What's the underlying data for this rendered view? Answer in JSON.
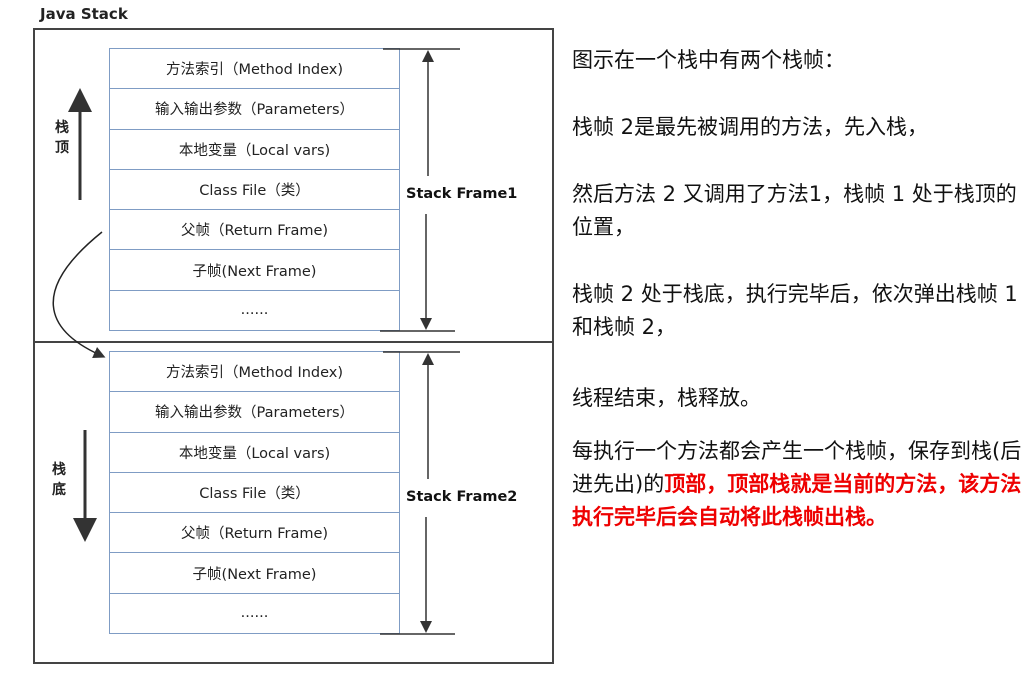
{
  "title": "Java Stack",
  "frames": [
    {
      "name": "Stack Frame1",
      "rows": [
        "方法索引（Method Index)",
        "输入输出参数（Parameters）",
        "本地变量（Local vars)",
        "Class File（类）",
        "父帧（Return Frame)",
        "子帧(Next Frame)",
        "......"
      ]
    },
    {
      "name": "Stack Frame2",
      "rows": [
        "方法索引（Method Index)",
        "输入输出参数（Parameters）",
        "本地变量（Local vars)",
        "Class File（类）",
        "父帧（Return Frame)",
        "子帧(Next Frame)",
        "......"
      ]
    }
  ],
  "stack_top_label": "栈顶",
  "stack_bottom_label": "栈底",
  "text": {
    "p1": "图示在一个栈中有两个栈帧：",
    "p2": "栈帧 2是最先被调用的方法，先入栈，",
    "p3": "然后方法 2 又调用了方法1，栈帧 1 处于栈顶的位置，",
    "p4": "栈帧 2 处于栈底，执行完毕后，依次弹出栈帧 1和栈帧 2，",
    "p5": "线程结束，栈释放。",
    "p6_normal": "每执行一个方法都会产生一个栈帧，保存到栈(后进先出)的",
    "p6_red": "顶部，顶部栈就是当前的方法，该方法执行完毕后会自动将此栈帧出栈。"
  },
  "colors": {
    "highlight": "#ee0000",
    "table_border": "#7f9cc4"
  }
}
